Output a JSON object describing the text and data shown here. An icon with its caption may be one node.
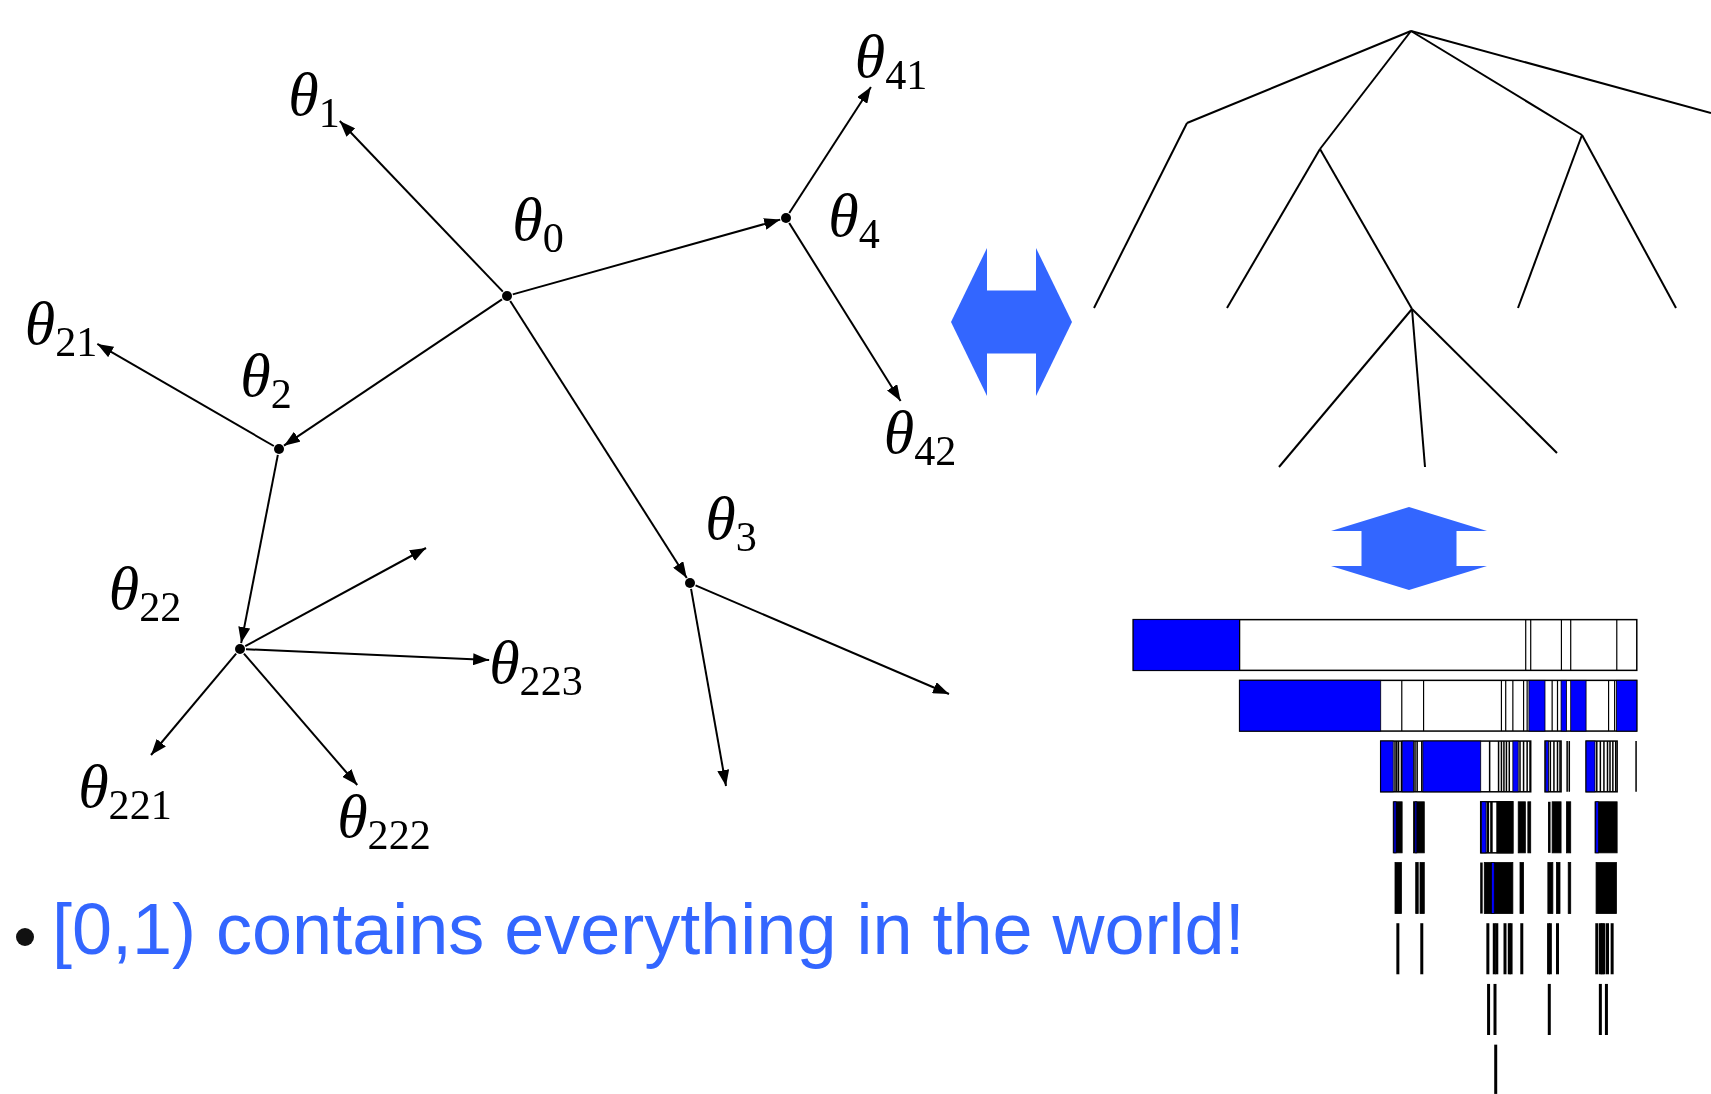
{
  "diagram": {
    "nodes": [
      {
        "text": [
          "*θ*$_{1}$"
        ]
      },
      {
        "text": [
          "*θ*$_{41}$"
        ]
      },
      {
        "text": [],
        "shape": "circle",
        "beside": [
          "*θ*$_{0}$"
        ]
      },
      {
        "text": [],
        "shape": "circle",
        "beside": [
          "*θ*$_{4}$"
        ]
      },
      {
        "text": [
          "*θ*$_{21}$"
        ]
      },
      {
        "text": [],
        "shape": "circle",
        "beside": [
          "*θ*$_{2}$"
        ]
      },
      {
        "text": [
          "*θ*$_{42}$"
        ]
      },
      {
        "text": [],
        "shape": "circle",
        "beside": [
          "*θ*$_{3}$"
        ]
      },
      {
        "text": [],
        "shape": "circle",
        "beside": [
          "*θ*$_{22}$"
        ]
      },
      {
        "text": [
          "*θ*$_{223}$"
        ]
      },
      {
        "text": [
          "*θ*$_{221}$"
        ]
      },
      {
        "text": [
          "*θ*$_{222}$"
        ]
      },
      {
        "text": [],
        "shape": "picture"
      },
      {
        "text": [],
        "shape": "picture"
      }
    ],
    "edges": [
      {
        "from": 2,
        "to": 0,
        "arrow": "to"
      },
      {
        "from": 2,
        "to": 3,
        "arrow": "to"
      },
      {
        "from": 2,
        "to": 5,
        "arrow": "to"
      },
      {
        "from": 2,
        "to": 7,
        "arrow": "to"
      },
      {
        "from": 3,
        "to": 1,
        "arrow": "to"
      },
      {
        "from": 3,
        "to": 6,
        "arrow": "to"
      },
      {
        "from": 5,
        "to": 4,
        "arrow": "to"
      },
      {
        "from": 5,
        "to": 8,
        "arrow": "to"
      },
      {
        "from": 8,
        "to": 10,
        "arrow": "to"
      },
      {
        "from": 8,
        "to": 11,
        "arrow": "to"
      },
      {
        "from": 8,
        "to": 9,
        "arrow": "to"
      },
      {
        "from": 8,
        "to": null,
        "arrow": "to"
      },
      {
        "from": 7,
        "to": null,
        "arrow": "to"
      },
      {
        "from": 7,
        "to": null,
        "arrow": "to"
      },
      {
        "from": 3,
        "to": 12,
        "arrow": "both",
        "style": "thick",
        "color": "#3366ff"
      },
      {
        "from": 12,
        "to": 13,
        "arrow": "both",
        "style": "thick",
        "color": "#3366ff"
      }
    ],
    "labels": [
      "[0,1) contains everything in the world!"
    ]
  }
}
